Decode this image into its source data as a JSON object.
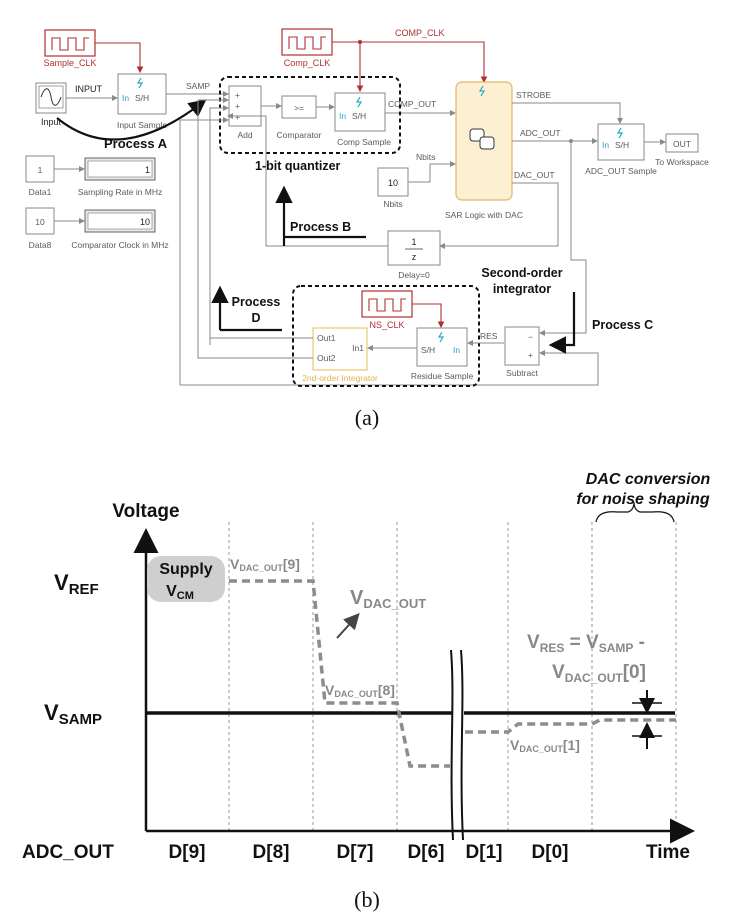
{
  "panel_a": {
    "caption": "(a)",
    "sample_clk": "Sample_CLK",
    "comp_clk": "Comp_CLK",
    "comp_clk_wire": "COMP_CLK",
    "ns_clk": "NS_CLK",
    "input_block": "Input",
    "input_wire": "INPUT",
    "samp_wire": "SAMP",
    "sh_label": "S/H",
    "in_label": "In",
    "input_sample": "Input Sample",
    "add": "Add",
    "comparator": "Comparator",
    "ge": ">=",
    "comp_sample": "Comp Sample",
    "comp_out": "COMP_OUT",
    "strobe": "STROBE",
    "adc_out_wire": "ADC_OUT",
    "dac_out_wire": "DAC_OUT",
    "nbits_wire": "Nbits",
    "nbits_value": "10",
    "nbits_block": "Nbits",
    "sar_logic": "SAR Logic with DAC",
    "adc_out_sample": "ADC_OUT Sample",
    "out_block": "OUT",
    "to_workspace": "To Workspace",
    "data1_value": "1",
    "data1_label": "Data1",
    "sampling_rate_value": "1",
    "sampling_rate_label": "Sampling Rate in MHz",
    "data8_value": "10",
    "data8_label": "Data8",
    "comp_clock_value": "10",
    "comp_clock_label": "Comparator Clock in MHz",
    "delay_num": "1",
    "delay_den": "z",
    "delay_label": "Delay=0",
    "res_wire": "RES",
    "residue_sample": "Residue Sample",
    "integrator": "2nd-order Integrator",
    "out1": "Out1",
    "out2": "Out2",
    "in1": "In1",
    "subtract": "Subtract",
    "minus": "−",
    "plus": "+",
    "process_a": "Process A",
    "process_b": "Process B",
    "process_c": "Process C",
    "process_d_1": "Process",
    "process_d_2": "D",
    "quantizer": "1-bit quantizer",
    "second_order_1": "Second-order",
    "second_order_2": "integrator"
  },
  "panel_b": {
    "caption": "(b)",
    "y_axis": "Voltage",
    "x_axis": "Time",
    "row_label": "ADC_OUT",
    "vref": {
      "main": "V",
      "sub": "REF"
    },
    "vsamp": {
      "main": "V",
      "sub": "SAMP"
    },
    "supply_1": "Supply",
    "supply_2": {
      "main": "V",
      "sub": "CM"
    },
    "vdac_out": {
      "main": "V",
      "sub": "DAC_OUT"
    },
    "dac_labels": [
      {
        "main": "V",
        "sub": "DAC_OUT",
        "idx": "[9]"
      },
      {
        "main": "V",
        "sub": "DAC_OUT",
        "idx": "[8]"
      },
      {
        "main": "V",
        "sub": "DAC_OUT",
        "idx": "[1]"
      }
    ],
    "vres_line1": {
      "a": "V",
      "a_sub": "RES",
      "eq": " = V",
      "b_sub": "SAMP",
      "minus": " -"
    },
    "vres_line2": {
      "a": "V",
      "a_sub": "DAC_OUT",
      "idx": "[0]"
    },
    "dac_conversion_1": "DAC conversion",
    "dac_conversion_2": "for noise shaping",
    "bits": [
      "D[9]",
      "D[8]",
      "D[7]",
      "D[6]",
      "D[1]",
      "D[0]"
    ],
    "colors": {
      "signal": "#8c8c8c",
      "axis": "#111111",
      "supply_bg": "#cfcfcf"
    }
  }
}
